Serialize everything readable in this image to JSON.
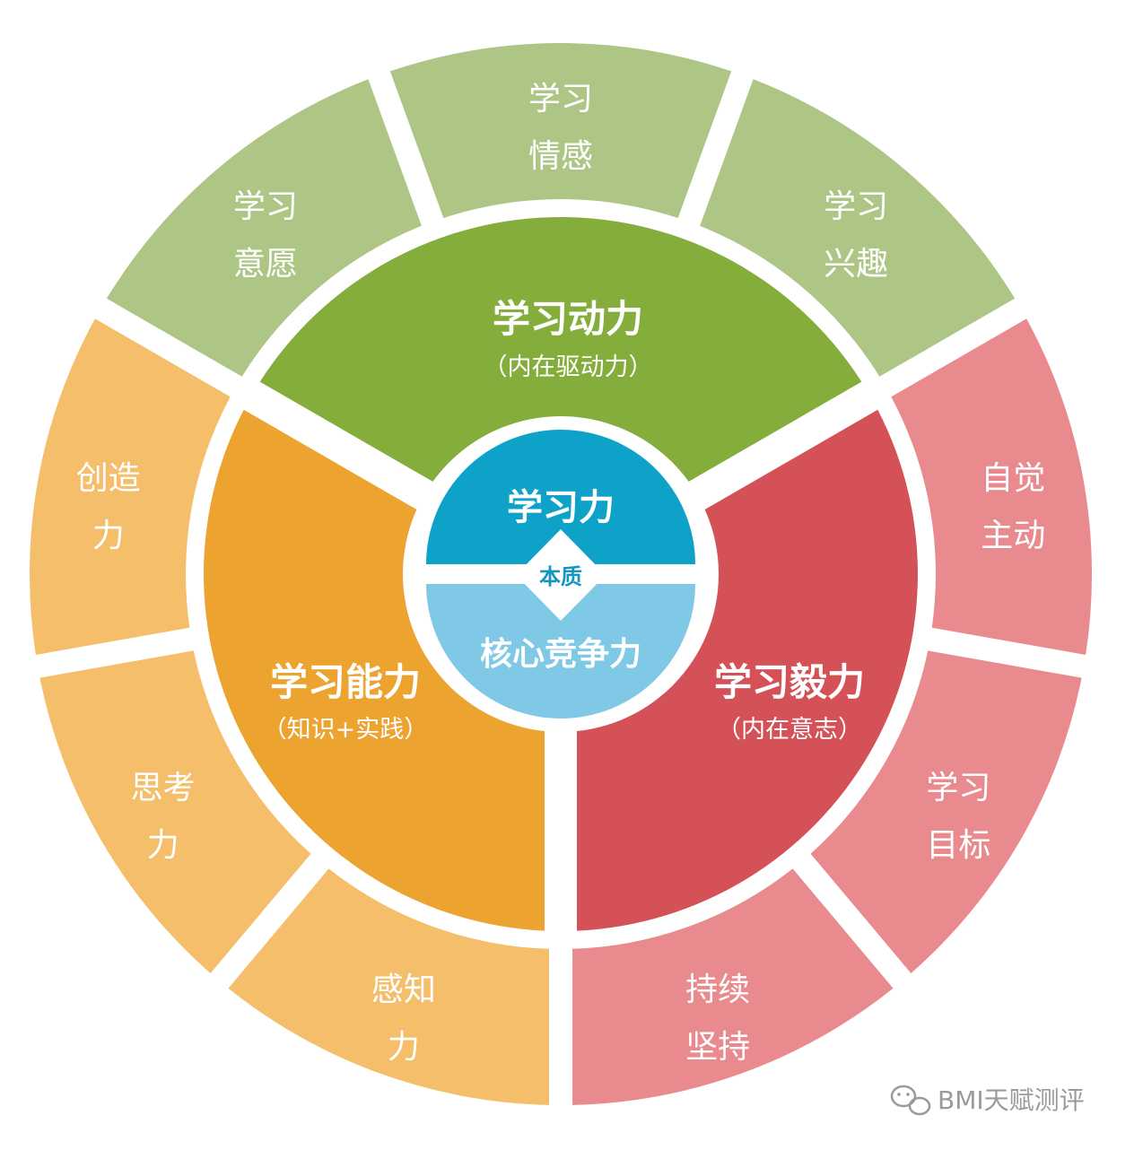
{
  "diagram": {
    "core": {
      "top": "学习力",
      "badge": "本质",
      "bottom": "核心竞争力",
      "top_color": "#0ea2c9",
      "bottom_color": "#7fc9e6"
    },
    "middle": [
      {
        "title": "学习动力",
        "subtitle": "（内在驱动力）",
        "color": "#84ad3c"
      },
      {
        "title": "学习毅力",
        "subtitle": "（内在意志）",
        "color": "#d45157"
      },
      {
        "title": "学习能力",
        "subtitle": "（知识+实践）",
        "color": "#eca32f"
      }
    ],
    "outer": [
      {
        "line1": "学习",
        "line2": "情感",
        "color": "#aec685"
      },
      {
        "line1": "学习",
        "line2": "兴趣",
        "color": "#aec685"
      },
      {
        "line1": "自觉",
        "line2": "主动",
        "color": "#e98a8e"
      },
      {
        "line1": "学习",
        "line2": "目标",
        "color": "#e98a8e"
      },
      {
        "line1": "持续",
        "line2": "坚持",
        "color": "#e98a8e"
      },
      {
        "line1": "感知",
        "line2": "力",
        "color": "#f4be6b"
      },
      {
        "line1": "思考",
        "line2": "力",
        "color": "#f4be6b"
      },
      {
        "line1": "创造",
        "line2": "力",
        "color": "#f4be6b"
      },
      {
        "line1": "学习",
        "line2": "意愿",
        "color": "#aec685"
      }
    ]
  },
  "watermark": {
    "text": "BMI天赋测评",
    "icon": "wechat-icon"
  }
}
